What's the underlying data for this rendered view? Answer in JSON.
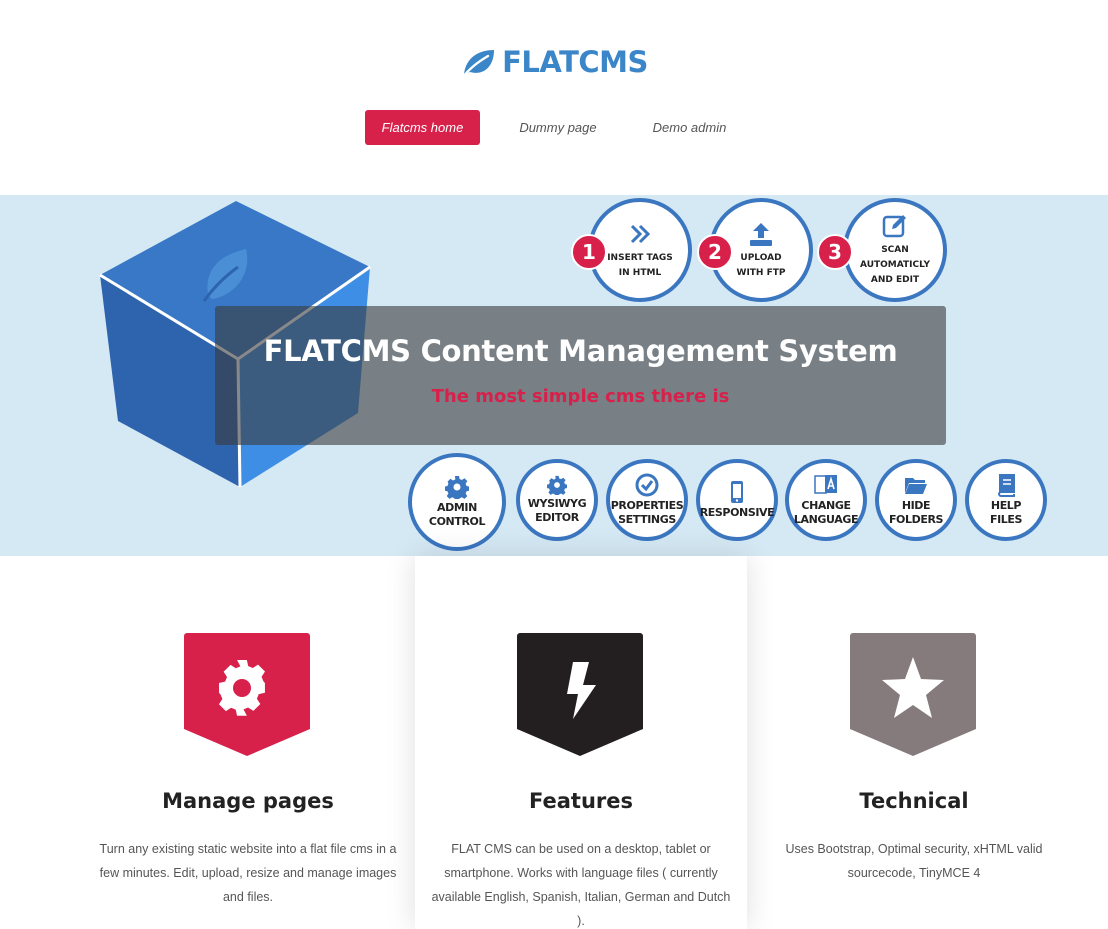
{
  "brand": {
    "name": "FLATCMS",
    "color": "#3a86c8",
    "logo_icon": "leaf-icon"
  },
  "nav": {
    "items": [
      {
        "label": "Flatcms home",
        "active": true
      },
      {
        "label": "Dummy page",
        "active": false
      },
      {
        "label": "Demo admin",
        "active": false
      }
    ],
    "active_color": "#d7214b"
  },
  "hero": {
    "background": "#d5e9f5",
    "title": "FLATCMS Content Management System",
    "subtitle": "The most simple cms there is",
    "steps": [
      {
        "number": "1",
        "icon": "double-chevron-right-icon",
        "line1": "INSERT TAGS",
        "line2": "IN HTML"
      },
      {
        "number": "2",
        "icon": "upload-icon",
        "line1": "UPLOAD",
        "line2": "WITH FTP"
      },
      {
        "number": "3",
        "icon": "edit-icon",
        "line1": "SCAN AUTOMATICLY",
        "line2": "AND EDIT"
      }
    ],
    "features": [
      {
        "icon": "gear-icon",
        "line1": "ADMIN",
        "line2": "CONTROL"
      },
      {
        "icon": "gear-icon",
        "line1": "WYSIWYG",
        "line2": "EDITOR"
      },
      {
        "icon": "check-circle-icon",
        "line1": "PROPERTIES",
        "line2": "SETTINGS"
      },
      {
        "icon": "mobile-icon",
        "line1": "",
        "line2": "RESPONSIVE"
      },
      {
        "icon": "language-icon",
        "line1": "CHANGE",
        "line2": "LANGUAGE"
      },
      {
        "icon": "folder-open-icon",
        "line1": "HIDE",
        "line2": "FOLDERS"
      },
      {
        "icon": "book-icon",
        "line1": "HELP",
        "line2": "FILES"
      }
    ]
  },
  "columns": [
    {
      "title": "Manage pages",
      "icon": "gear-icon",
      "color": "#d7214b",
      "text": "Turn any existing static website into a flat file cms in a few minutes. Edit, upload, resize and manage images and files."
    },
    {
      "title": "Features",
      "icon": "lightning-icon",
      "color": "#231f20",
      "text": "FLAT CMS can be used on a desktop, tablet or smartphone. Works with language files ( currently available English, Spanish, Italian, German and Dutch )."
    },
    {
      "title": "Technical",
      "icon": "star-icon",
      "color": "#857b7c",
      "text": "Uses Bootstrap, Optimal security, xHTML valid sourcecode, TinyMCE 4"
    }
  ]
}
